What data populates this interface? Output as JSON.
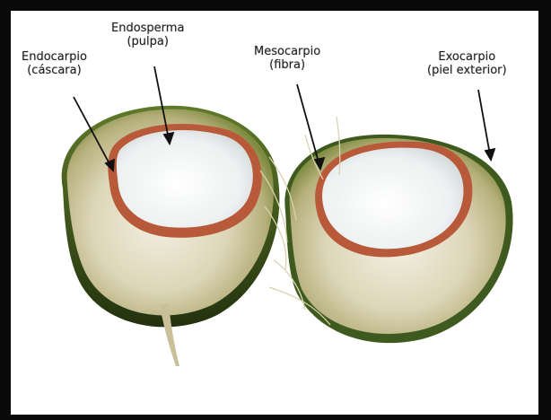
{
  "labels": {
    "endocarpio": {
      "line1": "Endocarpio",
      "line2": "(cáscara)"
    },
    "endosperma": {
      "line1": "Endosperma",
      "line2": "(pulpa)"
    },
    "mesocarpio": {
      "line1": "Mesocarpio",
      "line2": "(fibra)"
    },
    "exocarpio": {
      "line1": "Exocarpio",
      "line2": "(piel exterior)"
    }
  },
  "colors": {
    "frame": "#0a0a0a",
    "exocarp_green": "#3f5a1e",
    "mesocarp_fiber": "#d8d2b4",
    "endocarp_shell": "#b85a3a",
    "endosperm_flesh": "#f4f6f6",
    "label_text": "#222222"
  }
}
